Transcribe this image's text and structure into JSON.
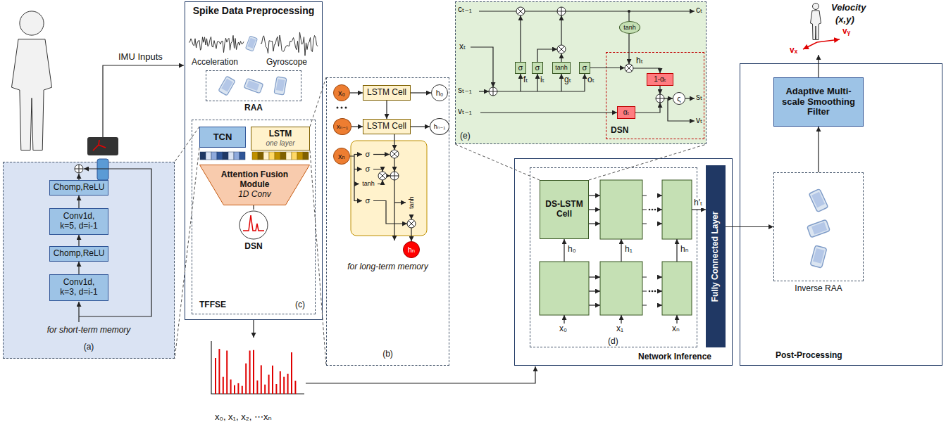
{
  "diagram": {
    "nodes": [
      {
        "text": [
          "Spike Data Preprocessing"
        ]
      },
      {
        "text": [
          "RAA"
        ],
        "in": 0
      },
      {
        "text": [
          "TFFSE",
          "(c)"
        ],
        "in": 0
      },
      {
        "text": [
          "TCN"
        ],
        "in": 2
      },
      {
        "text": [
          "LSTM",
          "one layer"
        ],
        "in": 2
      },
      {
        "text": [
          "Attention Fusion Module",
          "1D Conv"
        ],
        "in": 2
      },
      {
        "text": [
          "DSN"
        ],
        "in": 2
      },
      {
        "text": [
          "for short-term memory",
          "(a)"
        ]
      },
      {
        "text": [
          "Chomp,ReLU"
        ],
        "in": 7
      },
      {
        "text": [
          "Conv1d, k=5, d=i-1"
        ],
        "in": 7
      },
      {
        "text": [
          "Chomp,ReLU"
        ],
        "in": 7
      },
      {
        "text": [
          "Conv1d, k=3, d=i-1"
        ],
        "in": 7
      },
      {
        "text": [
          "for long-term memory",
          "(b)"
        ]
      },
      {
        "text": [
          "x₀"
        ],
        "in": 12
      },
      {
        "text": [
          "LSTM Cell"
        ],
        "in": 12
      },
      {
        "text": [
          "h₀"
        ],
        "in": 12
      },
      {
        "text": [
          "xₙ₋₁"
        ],
        "in": 12
      },
      {
        "text": [
          "LSTM Cell"
        ],
        "in": 12
      },
      {
        "text": [
          "hₙ₋₁"
        ],
        "in": 12
      },
      {
        "text": [
          "xₙ"
        ],
        "in": 12
      },
      {
        "text": [
          "σ"
        ],
        "in": 12
      },
      {
        "text": [
          "σ"
        ],
        "in": 12
      },
      {
        "text": [
          "tanh"
        ],
        "in": 12
      },
      {
        "text": [
          "σ"
        ],
        "in": 12
      },
      {
        "text": [
          "tanh"
        ],
        "in": 12
      },
      {
        "text": [
          "hₙ"
        ],
        "in": 12
      },
      {
        "text": [
          "(e)"
        ]
      },
      {
        "text": [
          "σ"
        ],
        "in": 26
      },
      {
        "text": [
          "σ"
        ],
        "in": 26
      },
      {
        "text": [
          "tanh"
        ],
        "in": 26
      },
      {
        "text": [
          "σ"
        ],
        "in": 26
      },
      {
        "text": [
          "tanh"
        ],
        "in": 26
      },
      {
        "text": [
          "DSN"
        ],
        "in": 26
      },
      {
        "text": [
          "1-αₜ"
        ],
        "in": 32
      },
      {
        "text": [
          "αₜ"
        ],
        "in": 32
      },
      {
        "text": [
          "ς"
        ],
        "in": 32
      },
      {
        "text": [
          "Network Inference"
        ]
      },
      {
        "text": [
          "(d)"
        ],
        "in": 36
      },
      {
        "text": [
          "DS-LSTM Cell"
        ],
        "in": 37
      },
      {
        "text": [
          "Fully Connected Layer"
        ],
        "in": 36
      },
      {
        "text": [
          "Post-Processing"
        ]
      },
      {
        "text": [
          "Adaptive Multi-scale Smoothing Filter"
        ],
        "in": 40
      },
      {
        "text": [
          "Inverse RAA"
        ],
        "in": 40
      }
    ],
    "edges": [
      {
        "from": 3,
        "to": 7,
        "arrow": "none"
      },
      {
        "from": 4,
        "to": 12,
        "arrow": "none"
      },
      {
        "from": 38,
        "to": 26,
        "arrow": "none"
      },
      {
        "from": 11,
        "to": 10,
        "arrow": "to"
      },
      {
        "from": 10,
        "to": 9,
        "arrow": "to"
      },
      {
        "from": 9,
        "to": 8,
        "arrow": "to"
      },
      {
        "from": 13,
        "to": 14,
        "arrow": "to"
      },
      {
        "from": 14,
        "to": 15,
        "arrow": "to"
      },
      {
        "from": 16,
        "to": 17,
        "arrow": "to"
      },
      {
        "from": 17,
        "to": 18,
        "arrow": "to"
      },
      {
        "from": 14,
        "to": 17,
        "arrow": "to"
      },
      {
        "from": 5,
        "to": 6,
        "arrow": "none"
      },
      {
        "from": 39,
        "to": 42,
        "arrow": "to"
      },
      {
        "from": 42,
        "to": 41,
        "arrow": "to"
      }
    ],
    "labels": [
      "IMU Inputs",
      "Acceleration",
      "Gyroscope",
      "x₀, x₁, x₂, ⋯xₙ",
      "cₜ₋₁",
      "cₜ",
      "xₜ",
      "sₜ₋₁",
      "vₜ₋₁",
      "fₜ",
      "iₜ",
      "gₜ",
      "oₜ",
      "hₜ",
      "sₜ",
      "vₜ",
      "h₀",
      "h₁",
      "hₙ",
      "x₀",
      "x₁",
      "xₙ",
      "h′ₜ",
      "Velocity",
      "(x,y)",
      "vₓ",
      "vᵧ"
    ]
  }
}
